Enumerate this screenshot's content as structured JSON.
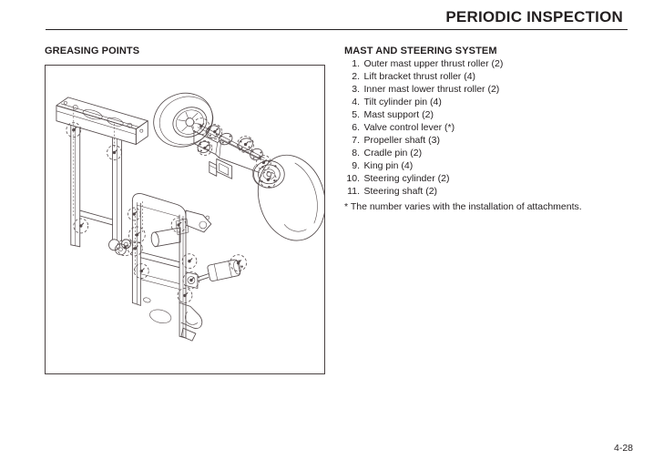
{
  "header": {
    "title": "PERIODIC INSPECTION"
  },
  "left_column": {
    "heading": "GREASING POINTS"
  },
  "right_column": {
    "heading": "MAST AND STEERING SYSTEM",
    "items": [
      {
        "num": "1.",
        "label": "Outer mast upper thrust roller (2)"
      },
      {
        "num": "2.",
        "label": "Lift bracket thrust roller (4)"
      },
      {
        "num": "3.",
        "label": "Inner mast lower thrust roller (2)"
      },
      {
        "num": "4.",
        "label": "Tilt cylinder pin (4)"
      },
      {
        "num": "5.",
        "label": "Mast support (2)"
      },
      {
        "num": "6.",
        "label": "Valve control lever (*)"
      },
      {
        "num": "7.",
        "label": "Propeller shaft (3)"
      },
      {
        "num": "8.",
        "label": "Cradle pin (2)"
      },
      {
        "num": "9.",
        "label": "King pin (4)"
      },
      {
        "num": "10.",
        "label": "Steering cylinder (2)"
      },
      {
        "num": "11.",
        "label": "Steering shaft (2)"
      }
    ],
    "footnote": "* The number varies with the installation of attachments."
  },
  "footer": {
    "page_number": "4-28"
  },
  "colors": {
    "text": "#231f20",
    "rule": "#231f20",
    "drawing_line": "#544b4c",
    "box_border": "#4a4243",
    "background": "#ffffff"
  }
}
